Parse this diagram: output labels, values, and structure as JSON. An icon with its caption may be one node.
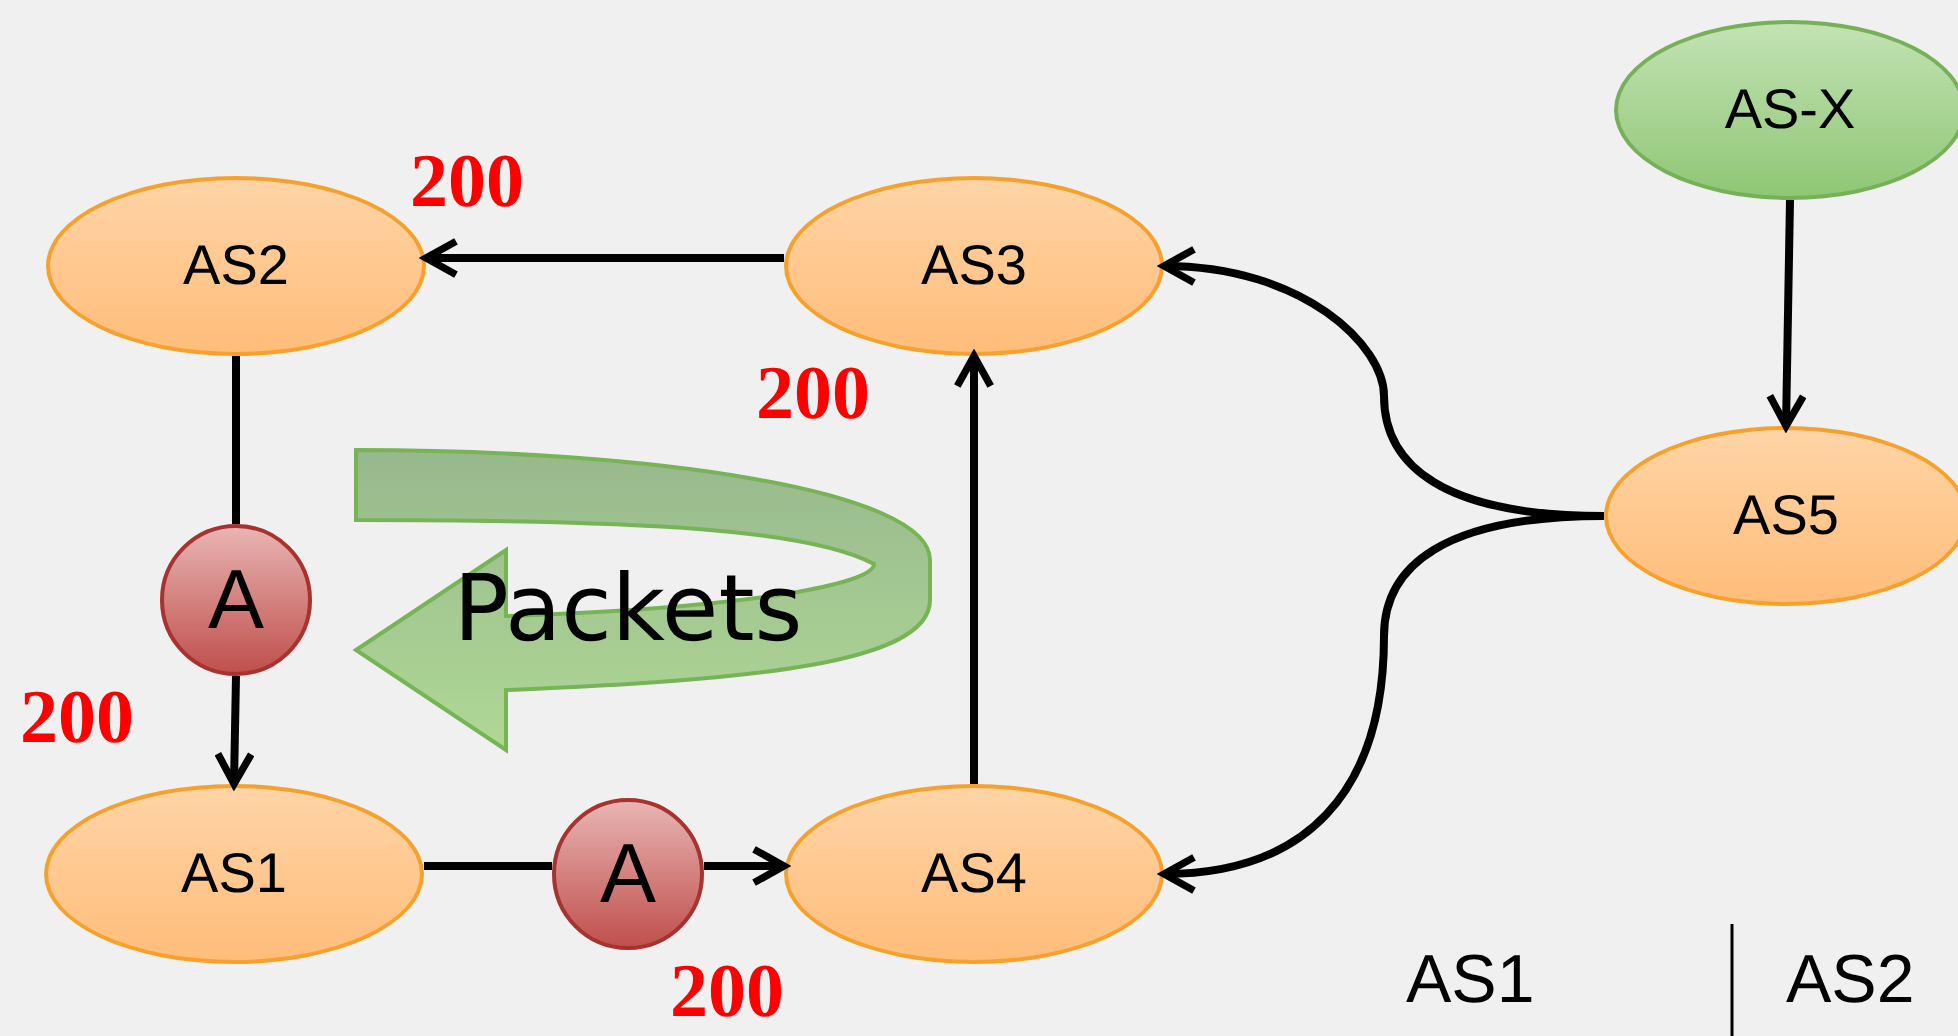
{
  "diagram": {
    "nodes": [
      {
        "text": [
          "AS-X"
        ]
      },
      {
        "text": [
          "AS2"
        ]
      },
      {
        "text": [
          "AS3"
        ]
      },
      {
        "text": [
          "Packets"
        ]
      },
      {
        "text": [
          "AS5"
        ]
      },
      {
        "text": [
          "A"
        ]
      },
      {
        "text": [
          "AS1"
        ]
      },
      {
        "text": [
          "A"
        ]
      },
      {
        "text": [
          "AS4"
        ]
      }
    ],
    "edges": [
      {
        "from": 2,
        "to": 1,
        "arrow": "to"
      },
      {
        "from": 1,
        "to": 5,
        "arrow": "none"
      },
      {
        "from": 5,
        "to": 6,
        "arrow": "to"
      },
      {
        "from": 6,
        "to": 7,
        "arrow": "none"
      },
      {
        "from": 7,
        "to": 8,
        "arrow": "to"
      },
      {
        "from": 8,
        "to": 2,
        "arrow": "to"
      },
      {
        "from": 4,
        "to": 2,
        "arrow": "to"
      },
      {
        "from": 4,
        "to": 8,
        "arrow": "to"
      },
      {
        "from": 0,
        "to": 4,
        "arrow": "to"
      }
    ],
    "labels": [
      "200",
      "200",
      "200",
      "200",
      "AS1",
      "AS2"
    ]
  }
}
